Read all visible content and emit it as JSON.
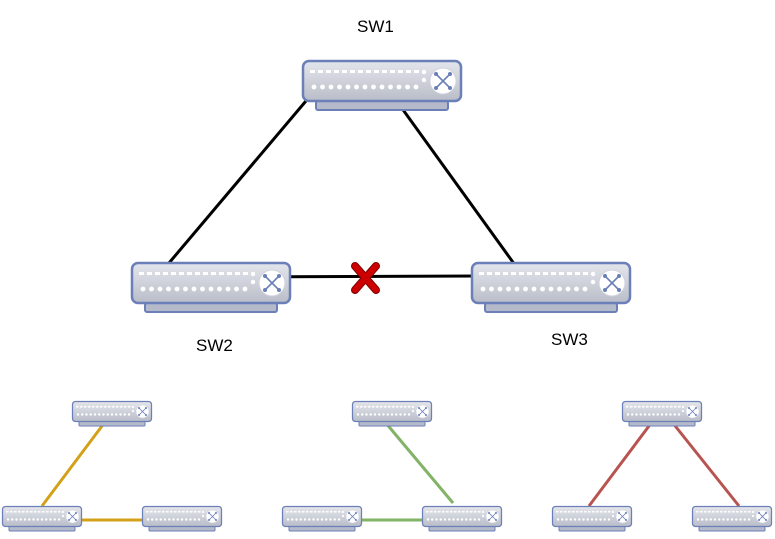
{
  "main": {
    "switches": [
      {
        "id": "sw1",
        "label": "SW1"
      },
      {
        "id": "sw2",
        "label": "SW2"
      },
      {
        "id": "sw3",
        "label": "SW3"
      }
    ],
    "links": [
      {
        "from": "sw1",
        "to": "sw2",
        "state": "active"
      },
      {
        "from": "sw1",
        "to": "sw3",
        "state": "active"
      },
      {
        "from": "sw2",
        "to": "sw3",
        "state": "blocked"
      }
    ],
    "blocked_marker": "x-mark-icon"
  },
  "variants": [
    {
      "color": "#d4a017",
      "links": [
        "sw1-sw2",
        "sw2-sw3"
      ]
    },
    {
      "color": "#82b366",
      "links": [
        "sw1-sw3",
        "sw2-sw3"
      ]
    },
    {
      "color": "#b85450",
      "links": [
        "sw1-sw2",
        "sw1-sw3"
      ]
    }
  ],
  "colors": {
    "device_fill": "#cfd3dc",
    "device_stroke": "#6b7fb8",
    "link": "#000000",
    "blocked": "#cc0000"
  }
}
